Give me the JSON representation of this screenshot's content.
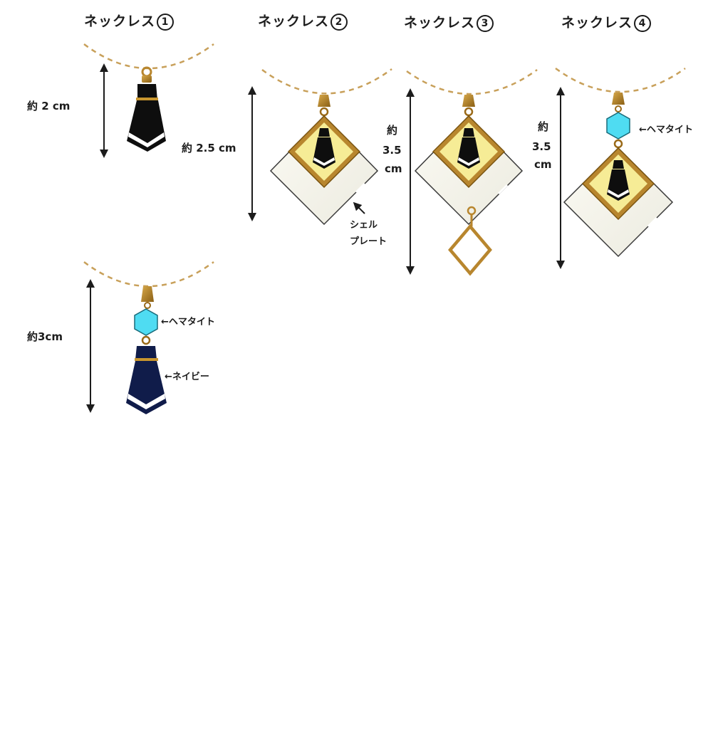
{
  "titles": {
    "n1": {
      "text": "ネックレス",
      "num": "1"
    },
    "n2": {
      "text": "ネックレス",
      "num": "2"
    },
    "n3": {
      "text": "ネックレス",
      "num": "3"
    },
    "n4": {
      "text": "ネックレス",
      "num": "4"
    }
  },
  "labels": {
    "n1_size": "約 2 cm",
    "n2_size": "約 2.5 cm",
    "n3_size_line1": "約",
    "n3_size_line2": "3.5",
    "n3_size_line3": "cm",
    "n4_size_line1": "約",
    "n4_size_line2": "3.5",
    "n4_size_line3": "cm",
    "n4_hexagon_note": "←ヘマタイト",
    "n5_size": "約3cm",
    "n5_hexagon_note": "←ヘマタイト",
    "n5_tie_note": "←ネイビー",
    "shell_line1": "シェル",
    "shell_line2": "プレート"
  },
  "colors": {
    "chain": "#c8a05a",
    "gold": "#b8862e",
    "gold_dark": "#7a5410",
    "yellow": "#f6ec96",
    "tie_black": "#0e0e0e",
    "tie_navy": "#101c4a",
    "hematite": "#4fdcf2",
    "shell": "#f7f5ec"
  }
}
